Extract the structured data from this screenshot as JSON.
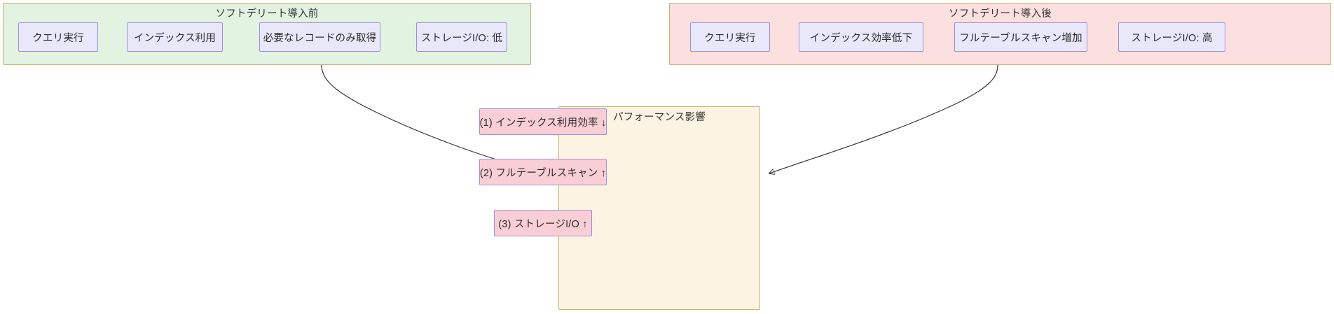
{
  "diagram": {
    "type": "flowchart",
    "title": "",
    "colors": {
      "cluster_before_bg": "#e2f3e2",
      "cluster_after_bg": "#fcdfdf",
      "cluster_impact_bg": "#fdf3e3",
      "cluster_border": "#bdb76b",
      "node_bg": "#e9e8fb",
      "node_border": "#9f8fd8",
      "impact_node_bg": "#f9cfd5",
      "edge_stroke": "#333333",
      "text": "#2b2b2b"
    }
  },
  "clusters": {
    "before": {
      "title": "ソフトデリート導入前",
      "nodes": [
        {
          "id": "b1",
          "label": "クエリ実行"
        },
        {
          "id": "b2",
          "label": "インデックス利用"
        },
        {
          "id": "b3",
          "label": "必要なレコードのみ取得"
        },
        {
          "id": "b4",
          "label": "ストレージI/O: 低"
        }
      ]
    },
    "after": {
      "title": "ソフトデリート導入後",
      "nodes": [
        {
          "id": "a1",
          "label": "クエリ実行"
        },
        {
          "id": "a2",
          "label": "インデックス効率低下"
        },
        {
          "id": "a3",
          "label": "フルテーブルスキャン増加"
        },
        {
          "id": "a4",
          "label": "ストレージI/O: 高"
        }
      ]
    },
    "impact": {
      "title": "パフォーマンス影響",
      "nodes": [
        {
          "id": "i1",
          "label": "(1) インデックス利用効率 ↓"
        },
        {
          "id": "i2",
          "label": "(2) フルテーブルスキャン ↑"
        },
        {
          "id": "i3",
          "label": "(3) ストレージI/O ↑"
        }
      ]
    }
  },
  "edges": [
    {
      "from": "b1",
      "to": "b2",
      "label": ""
    },
    {
      "from": "b2",
      "to": "b3",
      "label": ""
    },
    {
      "from": "b3",
      "to": "b4",
      "label": ""
    },
    {
      "from": "a1",
      "to": "a2",
      "label": ""
    },
    {
      "from": "a2",
      "to": "a3",
      "label": ""
    },
    {
      "from": "a3",
      "to": "a4",
      "label": ""
    },
    {
      "from": "before-cluster",
      "to": "impact-cluster",
      "label": ""
    },
    {
      "from": "after-cluster",
      "to": "impact-cluster",
      "label": ""
    }
  ]
}
